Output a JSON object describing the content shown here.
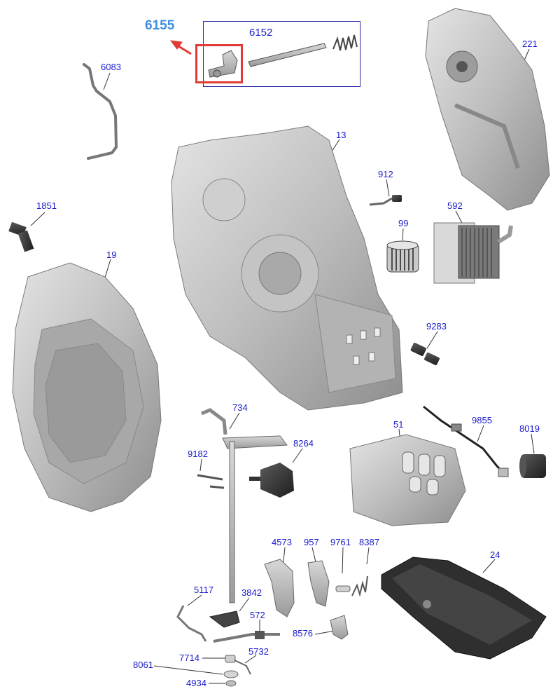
{
  "colors": {
    "label": "#1a1acc",
    "highlight_label": "#3f8fe0",
    "highlight_box": "#e23b33",
    "group_box": "#2b2ba8",
    "part_fill": "#b9b9b9",
    "part_dark": "#3a3a3a"
  },
  "highlight": {
    "label": "6155"
  },
  "group": {
    "label": "6152"
  },
  "callouts": [
    {
      "key": "6083",
      "label": "6083"
    },
    {
      "key": "221",
      "label": "221"
    },
    {
      "key": "13",
      "label": "13"
    },
    {
      "key": "912",
      "label": "912"
    },
    {
      "key": "1851",
      "label": "1851"
    },
    {
      "key": "99",
      "label": "99"
    },
    {
      "key": "592",
      "label": "592"
    },
    {
      "key": "19",
      "label": "19"
    },
    {
      "key": "9283",
      "label": "9283"
    },
    {
      "key": "734",
      "label": "734"
    },
    {
      "key": "9855",
      "label": "9855"
    },
    {
      "key": "51",
      "label": "51"
    },
    {
      "key": "8019",
      "label": "8019"
    },
    {
      "key": "9182",
      "label": "9182"
    },
    {
      "key": "8264",
      "label": "8264"
    },
    {
      "key": "4573",
      "label": "4573"
    },
    {
      "key": "957",
      "label": "957"
    },
    {
      "key": "9761",
      "label": "9761"
    },
    {
      "key": "8387",
      "label": "8387"
    },
    {
      "key": "24",
      "label": "24"
    },
    {
      "key": "5117",
      "label": "5117"
    },
    {
      "key": "3842",
      "label": "3842"
    },
    {
      "key": "572",
      "label": "572"
    },
    {
      "key": "8576",
      "label": "8576"
    },
    {
      "key": "7714",
      "label": "7714"
    },
    {
      "key": "5732",
      "label": "5732"
    },
    {
      "key": "8061",
      "label": "8061"
    },
    {
      "key": "4934",
      "label": "4934"
    }
  ]
}
